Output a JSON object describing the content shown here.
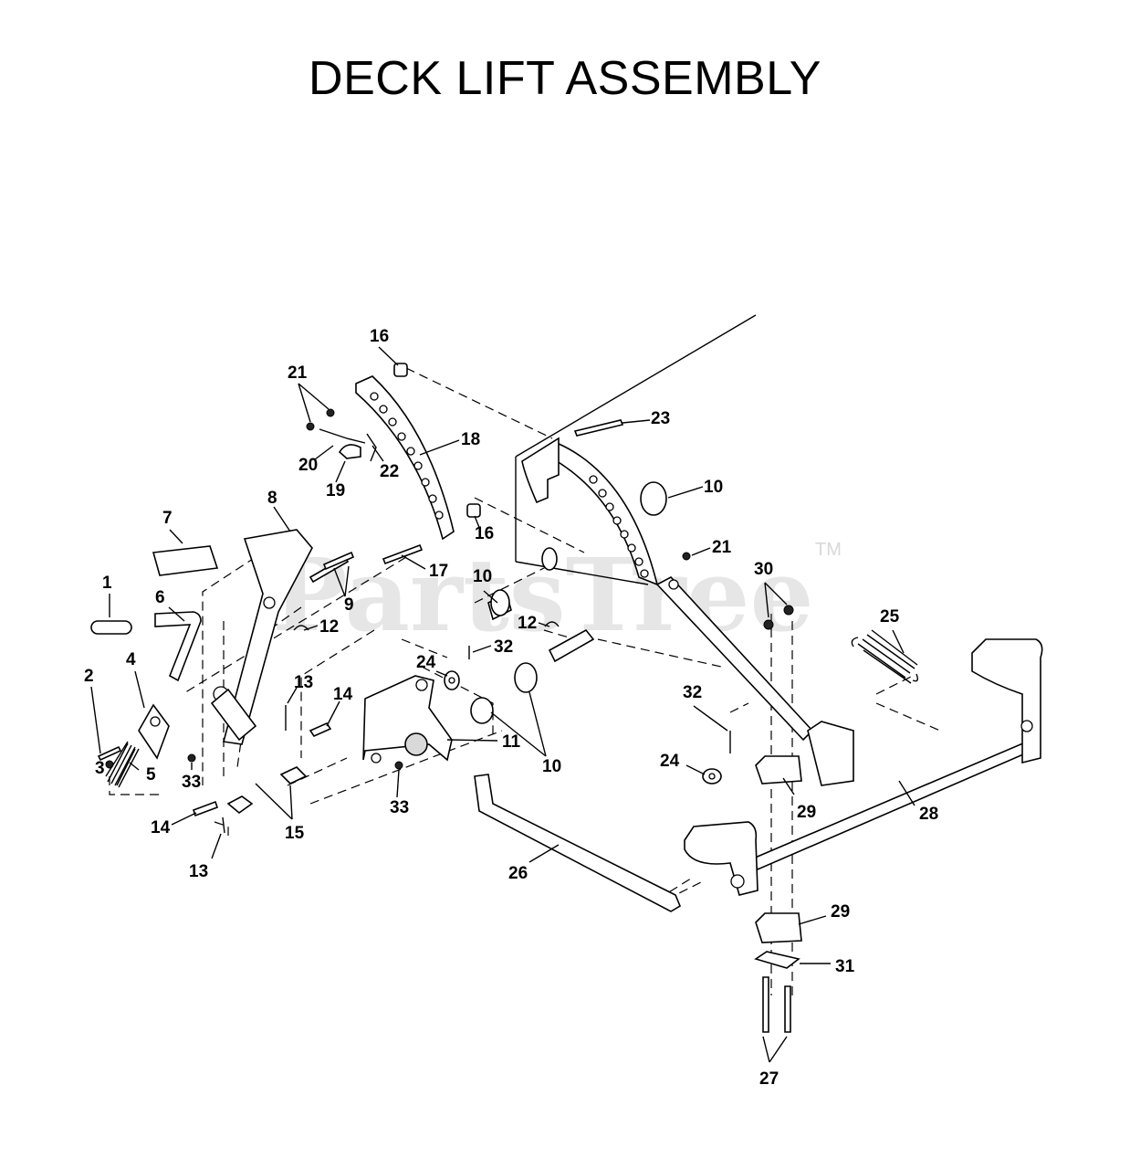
{
  "title": "DECK LIFT ASSEMBLY",
  "watermark": {
    "text": "PartsTree",
    "tm": "TM"
  },
  "callouts": {
    "c1": "1",
    "c2": "2",
    "c3": "3",
    "c4": "4",
    "c5": "5",
    "c6": "6",
    "c7": "7",
    "c8": "8",
    "c9": "9",
    "c10a": "10",
    "c10b": "10",
    "c10c": "10",
    "c11": "11",
    "c12a": "12",
    "c12b": "12",
    "c13a": "13",
    "c13b": "13",
    "c14a": "14",
    "c14b": "14",
    "c15": "15",
    "c16a": "16",
    "c16b": "16",
    "c17": "17",
    "c18": "18",
    "c19": "19",
    "c20": "20",
    "c21a": "21",
    "c21b": "21",
    "c22": "22",
    "c23": "23",
    "c24a": "24",
    "c24b": "24",
    "c25": "25",
    "c26": "26",
    "c27": "27",
    "c28": "28",
    "c29a": "29",
    "c29b": "29",
    "c30": "30",
    "c31": "31",
    "c32a": "32",
    "c32b": "32",
    "c33a": "33",
    "c33b": "33"
  }
}
